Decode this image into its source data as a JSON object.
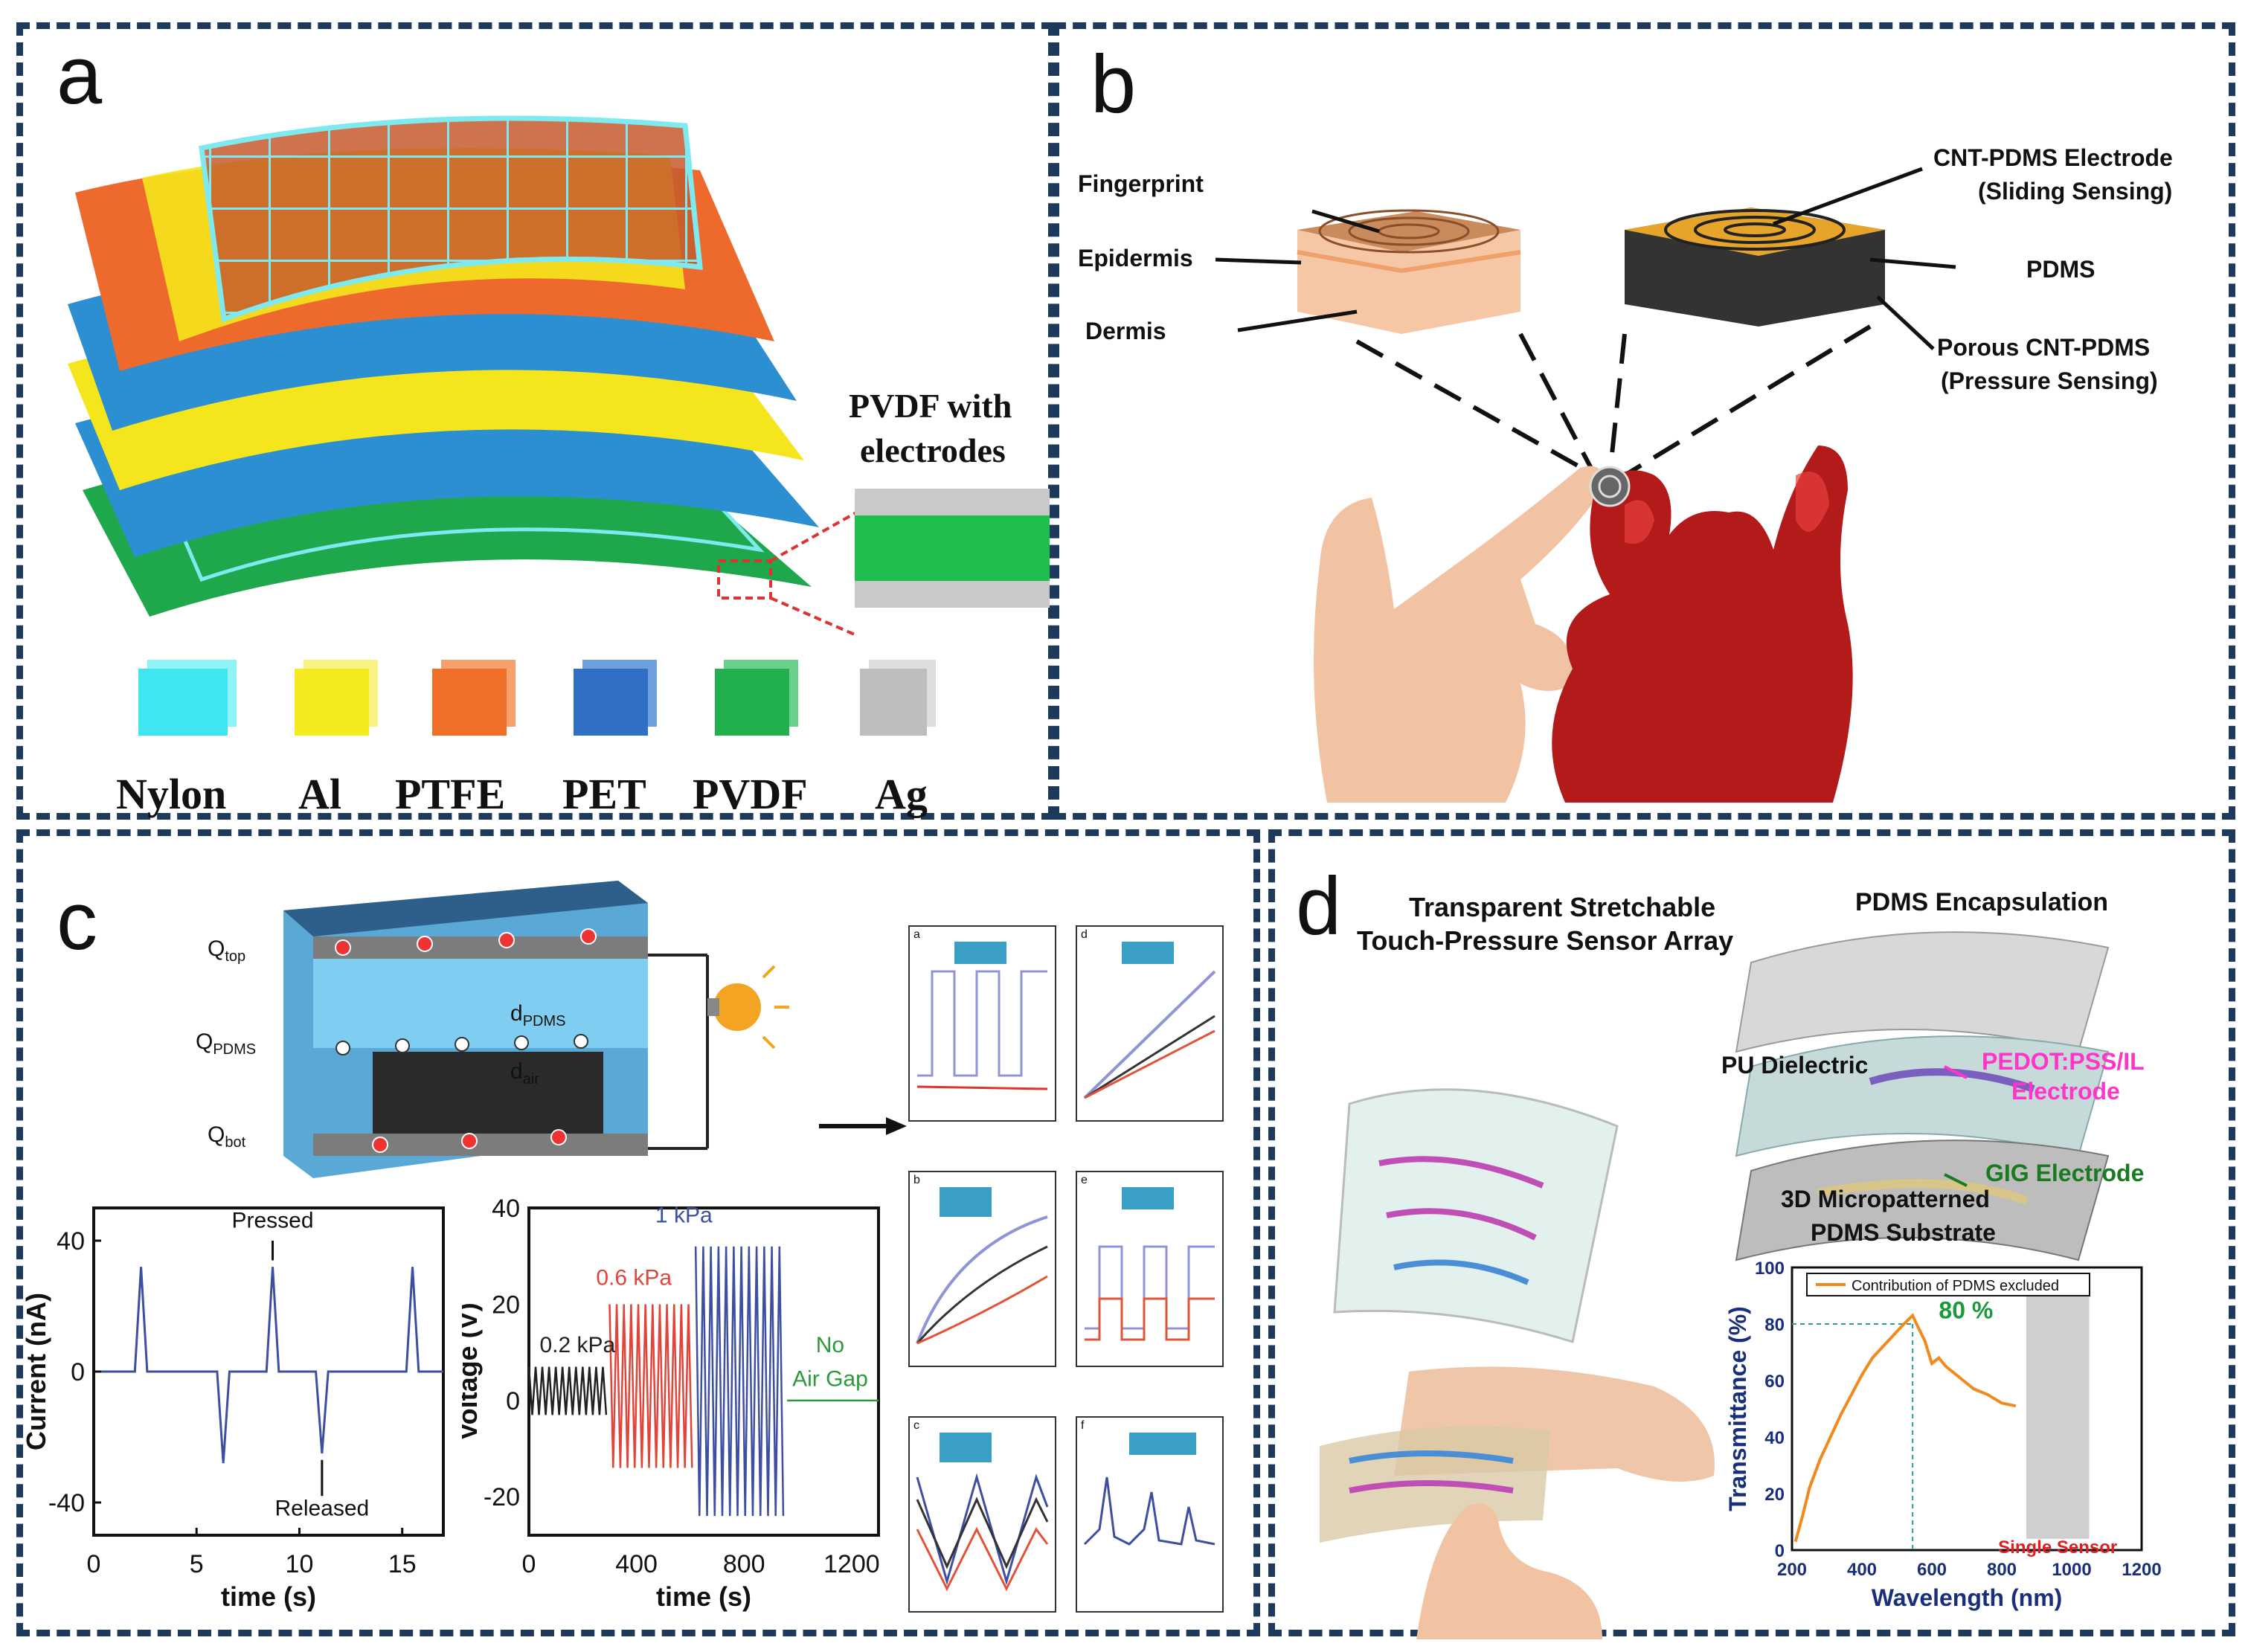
{
  "panels": {
    "a": {
      "label": "a",
      "inset_label_line1": "PVDF with",
      "inset_label_line2": "electrodes",
      "legend": [
        {
          "name": "Nylon",
          "color": "#3fe6ef"
        },
        {
          "name": "Al",
          "color": "#f4ea1e"
        },
        {
          "name": "PTFE",
          "color": "#f0702a"
        },
        {
          "name": "PET",
          "color": "#2f6fc4"
        },
        {
          "name": "PVDF",
          "color": "#22b04e"
        },
        {
          "name": "Ag",
          "color": "#bdbdbd"
        }
      ]
    },
    "b": {
      "label": "b",
      "left_labels": [
        "Fingerprint",
        "Epidermis",
        "Dermis"
      ],
      "right_label_1a": "CNT-PDMS Electrode",
      "right_label_1b": "(Sliding Sensing)",
      "right_label_2": "PDMS",
      "right_label_3a": "Porous CNT-PDMS",
      "right_label_3b": "(Pressure Sensing)"
    },
    "c": {
      "label": "c",
      "charges": [
        "Q",
        "Q",
        "Q"
      ],
      "charge_subs": [
        "top",
        "PDMS",
        "bot"
      ],
      "d_pdms": "d",
      "d_pdms_sub": "PDMS",
      "d_air": "d",
      "d_air_sub": "air",
      "sub_letters": [
        "a",
        "b",
        "c",
        "d",
        "e",
        "f"
      ]
    },
    "d": {
      "label": "d",
      "title_line1": "Transparent Stretchable",
      "title_line2": "Touch-Pressure Sensor Array",
      "layer_labels": {
        "encapsulation": "PDMS Encapsulation",
        "pu": "PU Dielectric",
        "pedot1": "PEDOT:PSS/IL",
        "pedot2": "Electrode",
        "gig": "GIG Electrode",
        "sub1": "3D Micropatterned",
        "sub2": "PDMS Substrate"
      },
      "single_sensor": "Single Sensor",
      "peak_label": "80 %"
    }
  },
  "chart_data": [
    {
      "type": "line",
      "xlabel": "time (s)",
      "ylabel": "Current (nA)",
      "xticks": [
        "0",
        "5",
        "10",
        "15"
      ],
      "yticks": [
        "40",
        "0",
        "-40"
      ],
      "xlim": [
        0,
        17
      ],
      "ylim": [
        -50,
        50
      ],
      "annotations": [
        "Pressed",
        "Released"
      ],
      "series": [
        {
          "x": [
            0,
            2.0,
            2.3,
            2.6,
            6.0,
            6.3,
            6.6,
            8.4,
            8.7,
            9.0,
            10.8,
            11.1,
            11.4,
            15.2,
            15.5,
            15.8,
            17
          ],
          "values": [
            0,
            0,
            32,
            0,
            0,
            -28,
            0,
            0,
            32,
            0,
            0,
            -25,
            0,
            0,
            32,
            0,
            0
          ]
        }
      ]
    },
    {
      "type": "line",
      "xlabel": "time (s)",
      "ylabel": "Voltage (V)",
      "xticks": [
        "0",
        "400",
        "800",
        "1200"
      ],
      "yticks": [
        "40",
        "20",
        "0",
        "-20"
      ],
      "xlim": [
        0,
        1300
      ],
      "ylim": [
        -28,
        40
      ],
      "series": [
        {
          "name": "0.2 kPa",
          "color": "#222222",
          "x_range": [
            0,
            300
          ],
          "amplitude": [
            -3,
            7
          ]
        },
        {
          "name": "0.6 kPa",
          "color": "#e0443a",
          "x_range": [
            300,
            620
          ],
          "amplitude": [
            -14,
            20
          ]
        },
        {
          "name": "1 kPa",
          "color": "#3d4fa0",
          "x_range": [
            620,
            960
          ],
          "amplitude": [
            -24,
            32
          ]
        },
        {
          "name": "No Air Gap",
          "color": "#2a9a3a",
          "x_range": [
            960,
            1300
          ],
          "amplitude": [
            0,
            0
          ]
        }
      ]
    },
    {
      "type": "line",
      "xlabel": "Wavelength (nm)",
      "ylabel": "Transmittance (%)",
      "legend": "Contribution of PDMS excluded",
      "xticks": [
        "200",
        "400",
        "600",
        "800",
        "1000",
        "1200"
      ],
      "yticks": [
        "100",
        "80",
        "60",
        "40",
        "20",
        "0"
      ],
      "xlim": [
        200,
        1200
      ],
      "ylim": [
        0,
        100
      ],
      "series": [
        {
          "name": "Contribution of PDMS excluded",
          "color": "#f08a1c",
          "x": [
            210,
            230,
            250,
            280,
            310,
            340,
            370,
            400,
            430,
            460,
            490,
            520,
            545,
            560,
            580,
            600,
            620,
            640,
            660,
            690,
            720,
            760,
            800,
            840
          ],
          "values": [
            3,
            12,
            22,
            32,
            40,
            48,
            55,
            62,
            68,
            72,
            76,
            80,
            83,
            79,
            74,
            66,
            68,
            65,
            63,
            60,
            57,
            55,
            52,
            51
          ]
        }
      ]
    }
  ]
}
